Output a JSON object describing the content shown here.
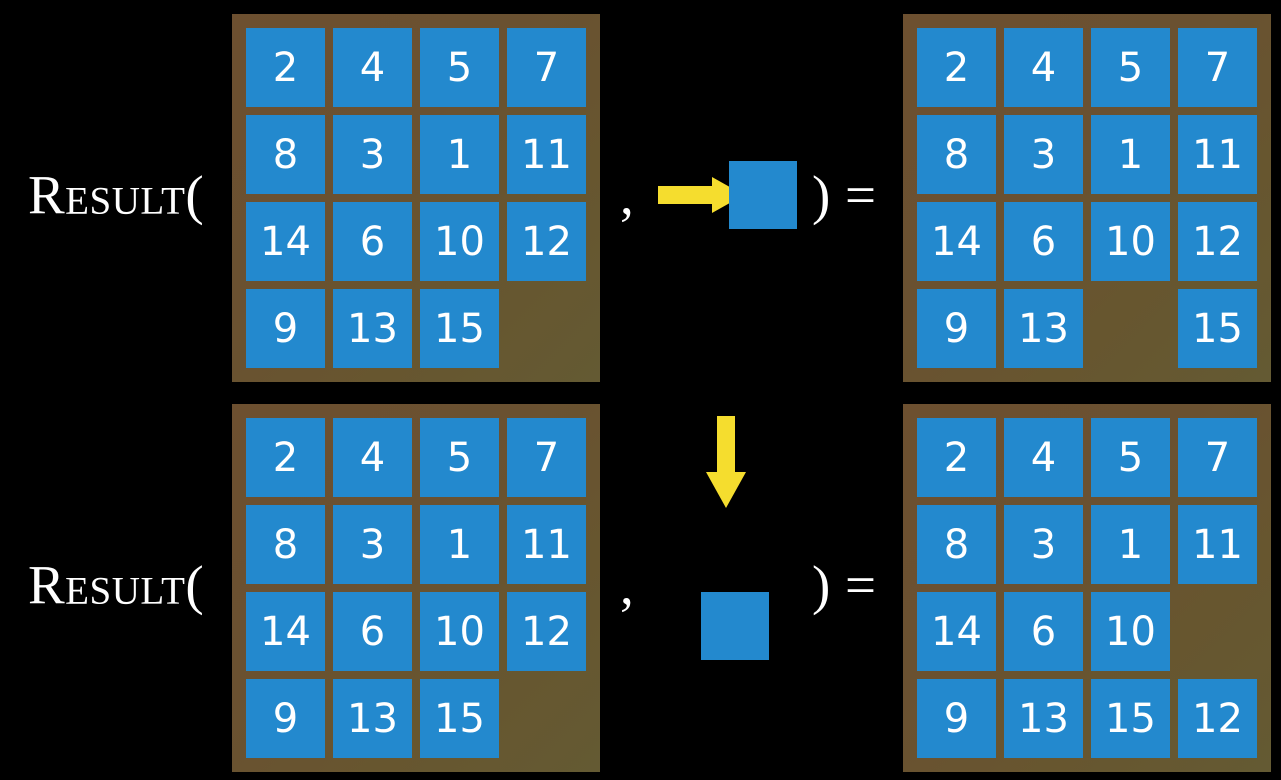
{
  "background_color": "#000000",
  "palette": {
    "board_brown_dark": "#6d5030",
    "board_brown_olive": "#645a33",
    "tile_blue": "#2389ce",
    "arrow_yellow": "#f5dd2e",
    "text_white": "#ffffff"
  },
  "rows": [
    {
      "id": "row-1",
      "label": "Result(",
      "comma": ",",
      "paren_close": ")",
      "equals": "=",
      "action": {
        "name": "slide-right",
        "arrow_direction": "right",
        "arrow_icon": "arrow-right-icon",
        "square_label": ""
      },
      "input_board": {
        "rows": 4,
        "cols": 4,
        "tiles": [
          [
            "2",
            "4",
            "5",
            "7"
          ],
          [
            "8",
            "3",
            "1",
            "11"
          ],
          [
            "14",
            "6",
            "10",
            "12"
          ],
          [
            "9",
            "13",
            "15",
            ""
          ]
        ],
        "empty_cell": {
          "row": 4,
          "col": 4
        }
      },
      "output_board": {
        "rows": 4,
        "cols": 4,
        "tiles": [
          [
            "2",
            "4",
            "5",
            "7"
          ],
          [
            "8",
            "3",
            "1",
            "11"
          ],
          [
            "14",
            "6",
            "10",
            "12"
          ],
          [
            "9",
            "13",
            "",
            "15"
          ]
        ],
        "empty_cell": {
          "row": 4,
          "col": 3
        }
      }
    },
    {
      "id": "row-2",
      "label": "Result(",
      "comma": ",",
      "paren_close": ")",
      "equals": "=",
      "action": {
        "name": "slide-down",
        "arrow_direction": "down",
        "arrow_icon": "arrow-down-icon",
        "square_label": ""
      },
      "input_board": {
        "rows": 4,
        "cols": 4,
        "tiles": [
          [
            "2",
            "4",
            "5",
            "7"
          ],
          [
            "8",
            "3",
            "1",
            "11"
          ],
          [
            "14",
            "6",
            "10",
            "12"
          ],
          [
            "9",
            "13",
            "15",
            ""
          ]
        ],
        "empty_cell": {
          "row": 4,
          "col": 4
        }
      },
      "output_board": {
        "rows": 4,
        "cols": 4,
        "tiles": [
          [
            "2",
            "4",
            "5",
            "7"
          ],
          [
            "8",
            "3",
            "1",
            "11"
          ],
          [
            "14",
            "6",
            "10",
            ""
          ],
          [
            "9",
            "13",
            "15",
            "12"
          ]
        ],
        "empty_cell": {
          "row": 3,
          "col": 4
        }
      }
    }
  ]
}
